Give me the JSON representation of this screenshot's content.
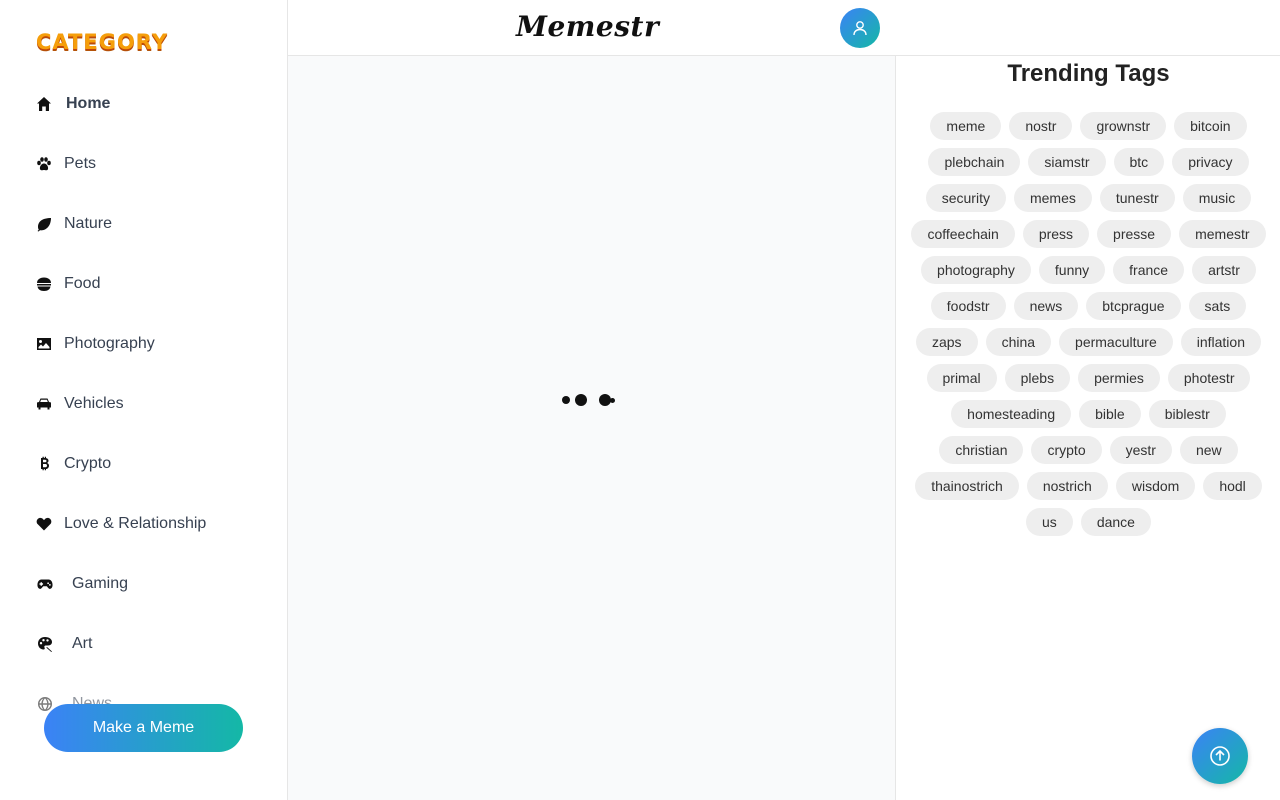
{
  "sidebar": {
    "title": "CATEGORY",
    "items": [
      {
        "label": "Home",
        "icon": "home-icon"
      },
      {
        "label": "Pets",
        "icon": "paw-icon"
      },
      {
        "label": "Nature",
        "icon": "leaf-icon"
      },
      {
        "label": "Food",
        "icon": "bowl-icon"
      },
      {
        "label": "Photography",
        "icon": "image-icon"
      },
      {
        "label": "Vehicles",
        "icon": "car-icon"
      },
      {
        "label": "Crypto",
        "icon": "bitcoin-icon"
      },
      {
        "label": "Love & Relationship",
        "icon": "heart-icon"
      },
      {
        "label": "Gaming",
        "icon": "gamepad-icon"
      },
      {
        "label": "Art",
        "icon": "palette-icon"
      },
      {
        "label": "News",
        "icon": "globe-icon"
      }
    ],
    "make_button": "Make a Meme"
  },
  "header": {
    "logo": "Memestr",
    "avatar_icon": "user-icon"
  },
  "trending": {
    "title": "Trending Tags",
    "tags": [
      "meme",
      "nostr",
      "grownstr",
      "bitcoin",
      "plebchain",
      "siamstr",
      "btc",
      "privacy",
      "security",
      "memes",
      "tunestr",
      "music",
      "coffeechain",
      "press",
      "presse",
      "memestr",
      "photography",
      "funny",
      "france",
      "artstr",
      "foodstr",
      "news",
      "btcprague",
      "sats",
      "zaps",
      "china",
      "permaculture",
      "inflation",
      "primal",
      "plebs",
      "permies",
      "photestr",
      "homesteading",
      "bible",
      "biblestr",
      "christian",
      "crypto",
      "yestr",
      "new",
      "thainostrich",
      "nostrich",
      "wisdom",
      "hodl",
      "us",
      "dance"
    ]
  },
  "colors": {
    "accent_start": "#3b82f6",
    "accent_end": "#14b8a6",
    "category_title": "#f59e0b"
  },
  "scroll_top_icon": "arrow-up-circle-icon"
}
